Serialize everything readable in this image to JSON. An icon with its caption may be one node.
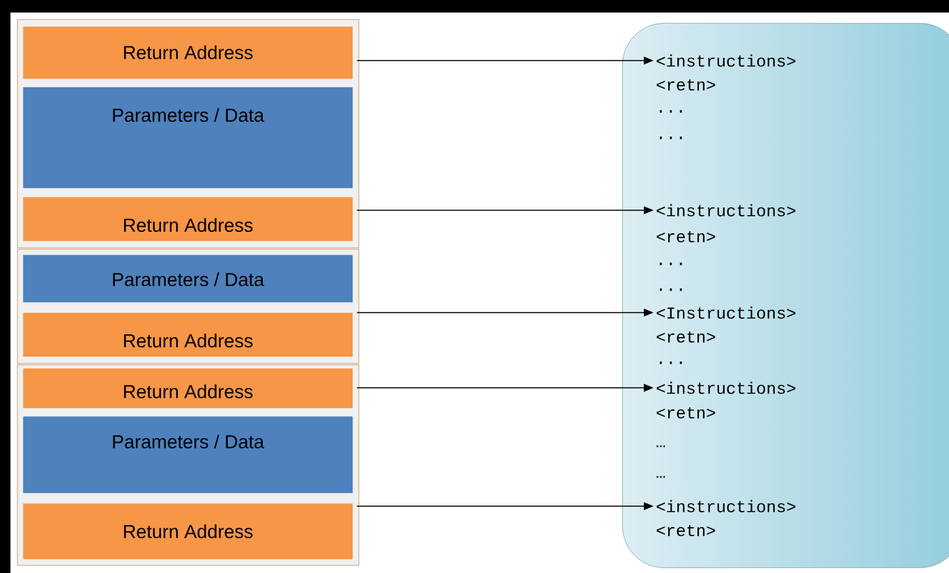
{
  "diagram": {
    "nodes": [
      {
        "text": [
          "Return Address"
        ]
      },
      {
        "text": [
          "Parameters / Data"
        ]
      },
      {
        "text": [
          "Return Address"
        ]
      },
      {
        "text": [
          "Parameters / Data"
        ]
      },
      {
        "text": [
          "Return Address"
        ]
      },
      {
        "text": [
          "Return Address"
        ]
      },
      {
        "text": [
          "Parameters / Data"
        ]
      },
      {
        "text": [
          "Return Address"
        ]
      },
      {
        "text": [],
        "shape": "box"
      },
      {
        "text": [
          "<instructions>"
        ],
        "in": 8
      },
      {
        "text": [
          "<retn>"
        ],
        "in": 8
      },
      {
        "text": [
          "..."
        ],
        "in": 8
      },
      {
        "text": [
          "..."
        ],
        "in": 8
      },
      {
        "text": [
          "<instructions>"
        ],
        "in": 8
      },
      {
        "text": [
          "<retn>"
        ],
        "in": 8
      },
      {
        "text": [
          "..."
        ],
        "in": 8
      },
      {
        "text": [
          "..."
        ],
        "in": 8
      },
      {
        "text": [
          "<Instructions>"
        ],
        "in": 8
      },
      {
        "text": [
          "<retn>"
        ],
        "in": 8
      },
      {
        "text": [
          "..."
        ],
        "in": 8
      },
      {
        "text": [
          "<instructions>"
        ],
        "in": 8
      },
      {
        "text": [
          "<retn>"
        ],
        "in": 8
      },
      {
        "text": [
          "…"
        ],
        "in": 8
      },
      {
        "text": [
          "…"
        ],
        "in": 8
      },
      {
        "text": [
          "<instructions>"
        ],
        "in": 8
      },
      {
        "text": [
          "<retn>"
        ],
        "in": 8
      }
    ],
    "edges": [
      {
        "from": 0,
        "to": 9,
        "arrow": "to"
      },
      {
        "from": 2,
        "to": 13,
        "arrow": "to"
      },
      {
        "from": 4,
        "to": 17,
        "arrow": "to"
      },
      {
        "from": 5,
        "to": 20,
        "arrow": "to"
      },
      {
        "from": 7,
        "to": 24,
        "arrow": "to"
      }
    ]
  }
}
